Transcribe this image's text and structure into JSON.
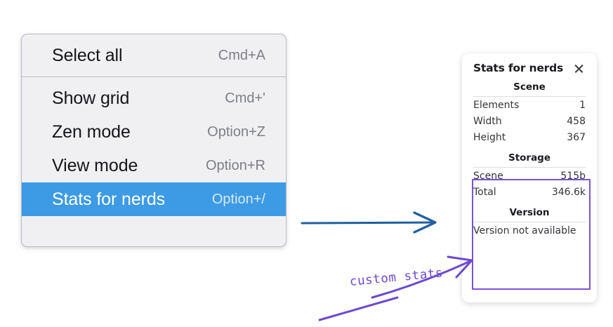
{
  "context_menu": {
    "name": "context-menu",
    "sections": [
      {
        "items": [
          {
            "label": "Select all",
            "shortcut": "Cmd+A",
            "selected": false
          }
        ]
      },
      {
        "items": [
          {
            "label": "Show grid",
            "shortcut": "Cmd+'",
            "selected": false
          },
          {
            "label": "Zen mode",
            "shortcut": "Option+Z",
            "selected": false
          },
          {
            "label": "View mode",
            "shortcut": "Option+R",
            "selected": false
          },
          {
            "label": "Stats for nerds",
            "shortcut": "Option+/",
            "selected": true
          }
        ]
      }
    ]
  },
  "stats_panel": {
    "title": "Stats for nerds",
    "close_icon": "close-icon",
    "groups": [
      {
        "heading": "Scene",
        "rows": [
          {
            "label": "Elements",
            "value": "1"
          },
          {
            "label": "Width",
            "value": "458"
          },
          {
            "label": "Height",
            "value": "367"
          }
        ]
      },
      {
        "heading": "Storage",
        "rows": [
          {
            "label": "Scene",
            "value": "515b"
          },
          {
            "label": "Total",
            "value": "346.6k"
          }
        ]
      },
      {
        "heading": "Version",
        "plain_rows": [
          {
            "text": "Version not available"
          }
        ]
      }
    ]
  },
  "annotations": {
    "label": "custom stats",
    "colors": {
      "highlight_blue": "#3d9ae4",
      "arrow_blue": "#20609f",
      "annotation_purple": "#6c4ad0",
      "box_purple": "#7a52d4"
    }
  }
}
